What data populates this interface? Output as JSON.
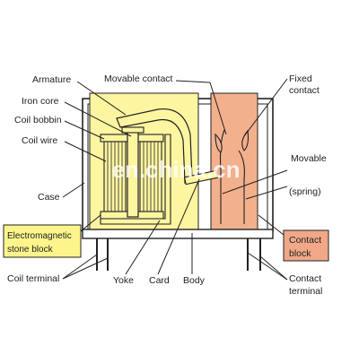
{
  "labels": {
    "armature": "Armature",
    "iron_core": "Iron core",
    "coil_bobbin": "Coil bobbin",
    "coil_wire": "Coil wire",
    "case": "Case",
    "electromagnetic_line1": "Electromagnetic",
    "electromagnetic_line2": "stone block",
    "coil_terminal": "Coil terminal",
    "yoke": "Yoke",
    "card": "Card",
    "body": "Body",
    "movable_contact": "Movable contact",
    "fixed_contact_line1": "Fixed",
    "fixed_contact_line2": "contact",
    "movable_right": "Movable",
    "spring": "(spring)",
    "contact_block_line1": "Contact",
    "contact_block_line2": "block",
    "contact_terminal_line1": "Contact",
    "contact_terminal_line2": "terminal"
  },
  "watermark": "en.china.cn",
  "colors": {
    "yellow_block": "#fdf5a0",
    "pink_block": "#f3b08c",
    "yellow_label_bg": "#fdf58c",
    "pink_label_bg": "#f0a888",
    "outline": "#222222"
  }
}
